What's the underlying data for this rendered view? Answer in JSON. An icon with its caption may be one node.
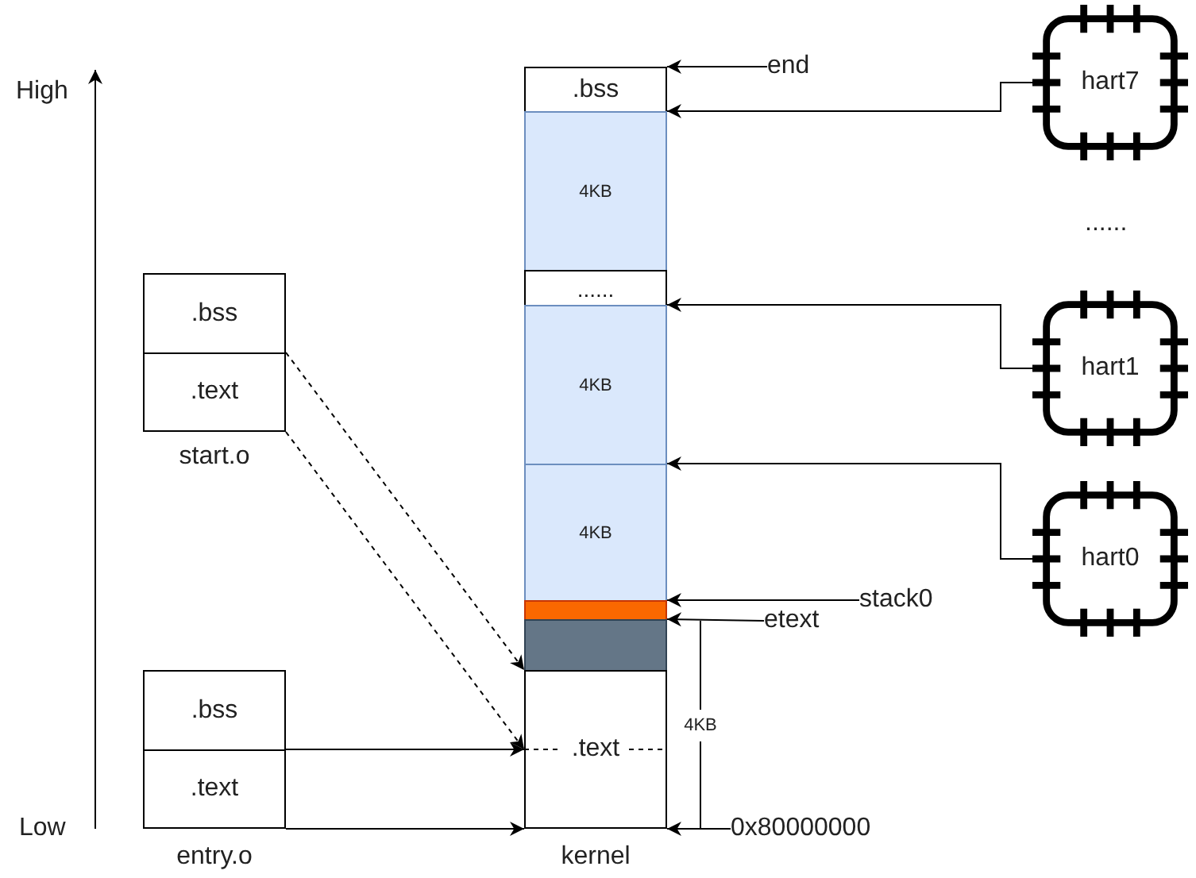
{
  "diagram": {
    "nodes": [
      {
        "text": [
          "kernel"
        ]
      },
      {
        "text": [
          ".bss"
        ],
        "in": 0
      },
      {
        "text": [
          "4KB"
        ],
        "in": 0
      },
      {
        "text": [
          "......"
        ],
        "in": 0
      },
      {
        "text": [
          "4KB"
        ],
        "in": 0
      },
      {
        "text": [
          "4KB"
        ],
        "in": 0
      },
      {
        "text": [],
        "shape": "bar",
        "in": 0
      },
      {
        "text": [],
        "shape": "box",
        "in": 0
      },
      {
        "text": [
          ".text"
        ],
        "in": 0
      },
      {
        "text": [
          "end"
        ]
      },
      {
        "text": [
          "hart7"
        ]
      },
      {
        "text": [
          "hart1"
        ]
      },
      {
        "text": [
          "hart0"
        ]
      },
      {
        "text": [
          "stack0"
        ]
      },
      {
        "text": [
          "etext"
        ]
      },
      {
        "text": [
          "0x80000000"
        ]
      },
      {
        "text": [
          "start.o"
        ]
      },
      {
        "text": [
          ".bss"
        ],
        "in": 16
      },
      {
        "text": [
          ".text"
        ],
        "in": 16
      },
      {
        "text": [
          "entry.o"
        ]
      },
      {
        "text": [
          ".bss"
        ],
        "in": 19
      },
      {
        "text": [
          ".text"
        ],
        "in": 19
      }
    ],
    "edges": [
      {
        "from": 9,
        "to": 1,
        "arrow": "to"
      },
      {
        "from": 10,
        "to": 2,
        "arrow": "to"
      },
      {
        "from": 11,
        "to": 4,
        "arrow": "to"
      },
      {
        "from": 12,
        "to": 5,
        "arrow": "to"
      },
      {
        "from": 13,
        "to": 6,
        "arrow": "to"
      },
      {
        "from": 14,
        "to": 7,
        "arrow": "to"
      },
      {
        "from": 15,
        "to": 8,
        "arrow": "to"
      },
      {
        "from": 18,
        "to": 8,
        "arrow": "to",
        "style": "dashed"
      },
      {
        "from": 18,
        "to": 8,
        "arrow": "to",
        "style": "dashed"
      },
      {
        "from": 21,
        "to": 8,
        "arrow": "to"
      },
      {
        "from": 21,
        "to": 8,
        "arrow": "to"
      }
    ],
    "labels": [
      "High",
      "......",
      "4KB",
      "Low"
    ]
  }
}
